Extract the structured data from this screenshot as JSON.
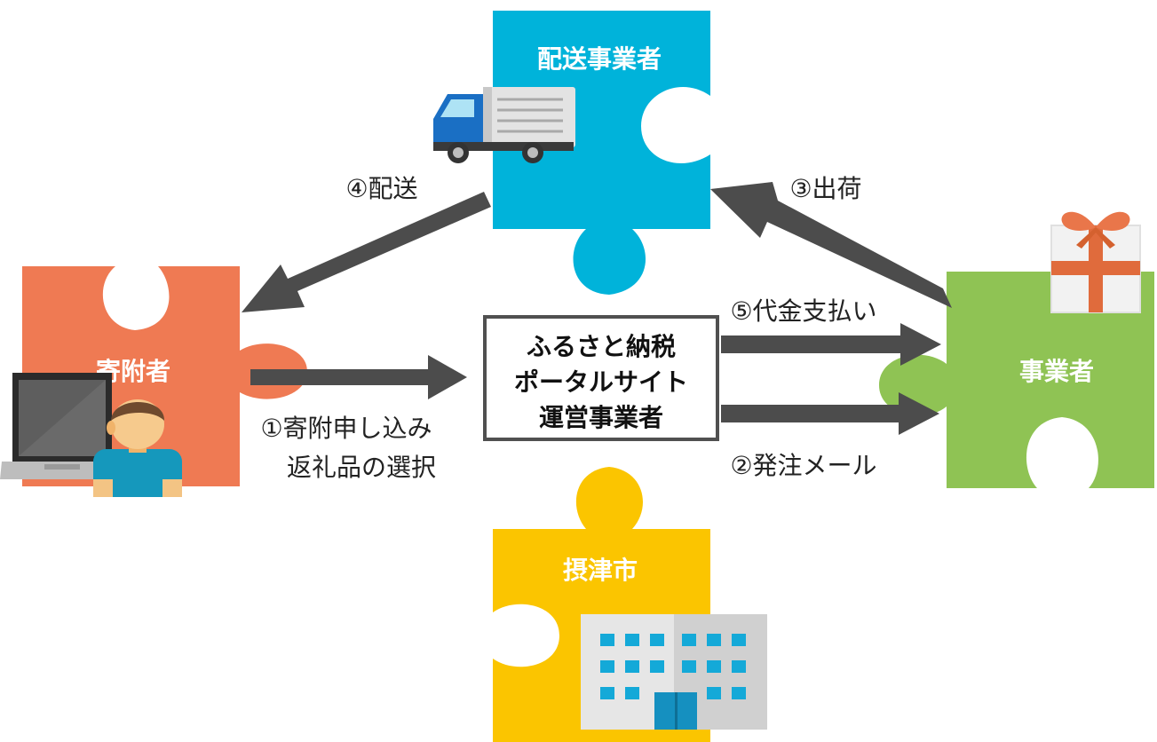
{
  "pieces": {
    "delivery": {
      "label": "配送事業者",
      "color": "#00B3DA"
    },
    "donor": {
      "label": "寄附者",
      "color": "#EF7A53"
    },
    "business": {
      "label": "事業者",
      "color": "#8FC354"
    },
    "city": {
      "label": "摂津市",
      "color": "#FBC500"
    }
  },
  "center_box": {
    "lines": [
      "ふるさと納税",
      "ポータルサイト",
      "運営事業者"
    ]
  },
  "flows": {
    "step1": [
      "①寄附申し込み",
      "返礼品の選択"
    ],
    "step2": "②発注メール",
    "step3": "③出荷",
    "step4": "④配送",
    "step5": "⑤代金支払い"
  },
  "colors": {
    "arrow": "#4C4C4C",
    "box_border": "#505050"
  },
  "icons": [
    "truck-icon",
    "person-with-laptop-icon",
    "gift-box-icon",
    "city-hall-building-icon"
  ]
}
